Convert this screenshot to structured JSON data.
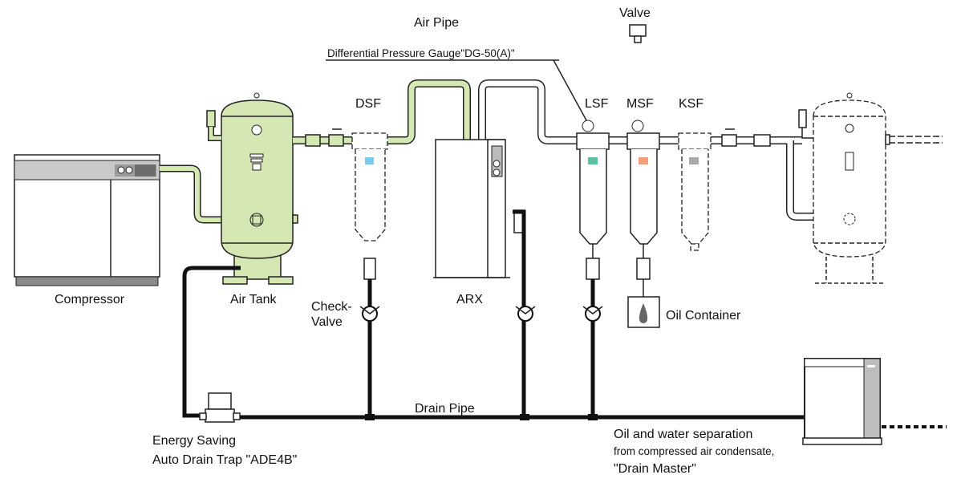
{
  "labels": {
    "air_pipe": "Air Pipe",
    "valve": "Valve",
    "gauge": "Differential Pressure Gauge\"DG-50(A)\"",
    "dsf": "DSF",
    "lsf": "LSF",
    "msf": "MSF",
    "ksf": "KSF",
    "compressor": "Compressor",
    "air_tank": "Air Tank",
    "check_valve_1": "Check-",
    "check_valve_2": "Valve",
    "arx": "ARX",
    "oil_container": "Oil Container",
    "drain_pipe": "Drain Pipe",
    "trap_1": "Energy Saving",
    "trap_2": "Auto Drain Trap \"ADE4B\"",
    "separator_1": "Oil and water separation",
    "separator_2": "from compressed air condensate,",
    "separator_3": "\"Drain Master\""
  },
  "colors": {
    "pipe_green": "#d5e7b3",
    "dsf_marker": "#7ccbe8",
    "lsf_marker": "#5cbf9f",
    "msf_marker": "#f5a07c",
    "ksf_marker": "#a9a9a9",
    "compressor_band": "#c9c9c9"
  }
}
